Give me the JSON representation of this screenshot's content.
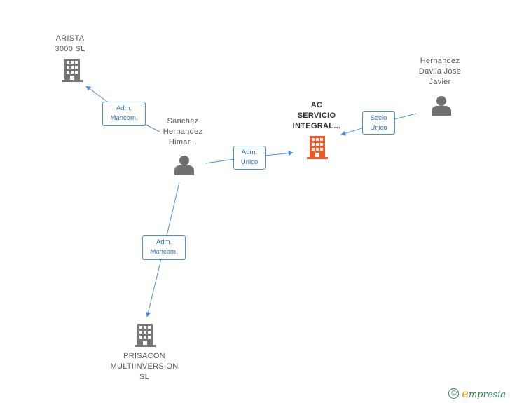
{
  "colors": {
    "edge": "#4a90d9",
    "company": "#777777",
    "company_highlight": "#f05a28",
    "person": "#707070"
  },
  "nodes": {
    "arista": {
      "type": "company",
      "icon": "building-icon",
      "lines": [
        "ARISTA",
        "3000  SL"
      ]
    },
    "ac": {
      "type": "company-main",
      "icon": "building-icon",
      "lines": [
        "AC",
        "SERVICIO",
        "INTEGRAL..."
      ]
    },
    "hernandez": {
      "type": "person",
      "icon": "person-icon",
      "lines": [
        "Hernandez",
        "Davila Jose",
        "Javier"
      ]
    },
    "sanchez": {
      "type": "person",
      "icon": "person-icon",
      "lines": [
        "Sanchez",
        "Hernandez",
        "Himar..."
      ]
    },
    "prisacon": {
      "type": "company",
      "icon": "building-icon",
      "lines": [
        "PRISACON",
        "MULTIINVERSION",
        "SL"
      ]
    }
  },
  "edges": {
    "sanchez_arista": {
      "from": "Sanchez Hernandez Himar...",
      "to": "ARISTA 3000  SL",
      "lines": [
        "Adm.",
        "Mancom."
      ]
    },
    "sanchez_ac": {
      "from": "Sanchez Hernandez Himar...",
      "to": "AC SERVICIO INTEGRAL...",
      "lines": [
        "Adm.",
        "Unico"
      ]
    },
    "hernandez_ac": {
      "from": "Hernandez Davila Jose Javier",
      "to": "AC SERVICIO INTEGRAL...",
      "lines": [
        "Socio",
        "Único"
      ]
    },
    "sanchez_prisacon": {
      "from": "Sanchez Hernandez Himar...",
      "to": "PRISACON MULTIINVERSION SL",
      "lines": [
        "Adm.",
        "Mancom."
      ]
    }
  },
  "footer": {
    "copyright": "©",
    "brand_initial": "e",
    "brand_rest": "mpresia"
  }
}
